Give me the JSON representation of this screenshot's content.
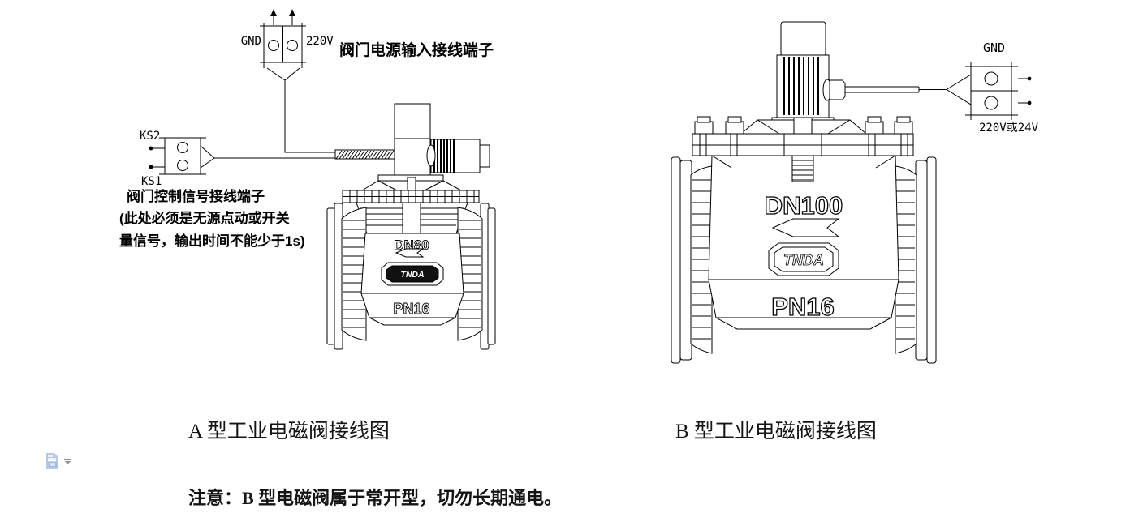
{
  "colors": {
    "line": "#000000",
    "background": "#ffffff",
    "paste_icon_blue": "#b6c9e8",
    "paste_icon_dark_blue": "#9db8de",
    "paste_caret_gray": "#8a8f98"
  },
  "icons": {
    "paste_options": "paste-options-icon"
  },
  "diagram_a": {
    "caption": "A 型工业电磁阀接线图",
    "power_terminal": {
      "left_label": "GND",
      "right_label": "220V",
      "title": "阀门电源输入接线端子"
    },
    "signal_terminal": {
      "top_label": "KS2",
      "bottom_label": "KS1",
      "title": "阀门控制信号接线端子",
      "note_line1": "(此处必须是无源点动或开关",
      "note_line2": "量信号，输出时间不能少于1s)"
    },
    "valve": {
      "size": "DN80",
      "brand": "TNDA",
      "rating": "PN16"
    }
  },
  "diagram_b": {
    "caption": "B 型工业电磁阀接线图",
    "power_terminal": {
      "top_label": "GND",
      "bottom_label": "220V或24V"
    },
    "valve": {
      "size": "DN100",
      "brand": "TNDA",
      "rating": "PN16"
    }
  },
  "footer_note": "注意：B 型电磁阀属于常开型，切勿长期通电。"
}
